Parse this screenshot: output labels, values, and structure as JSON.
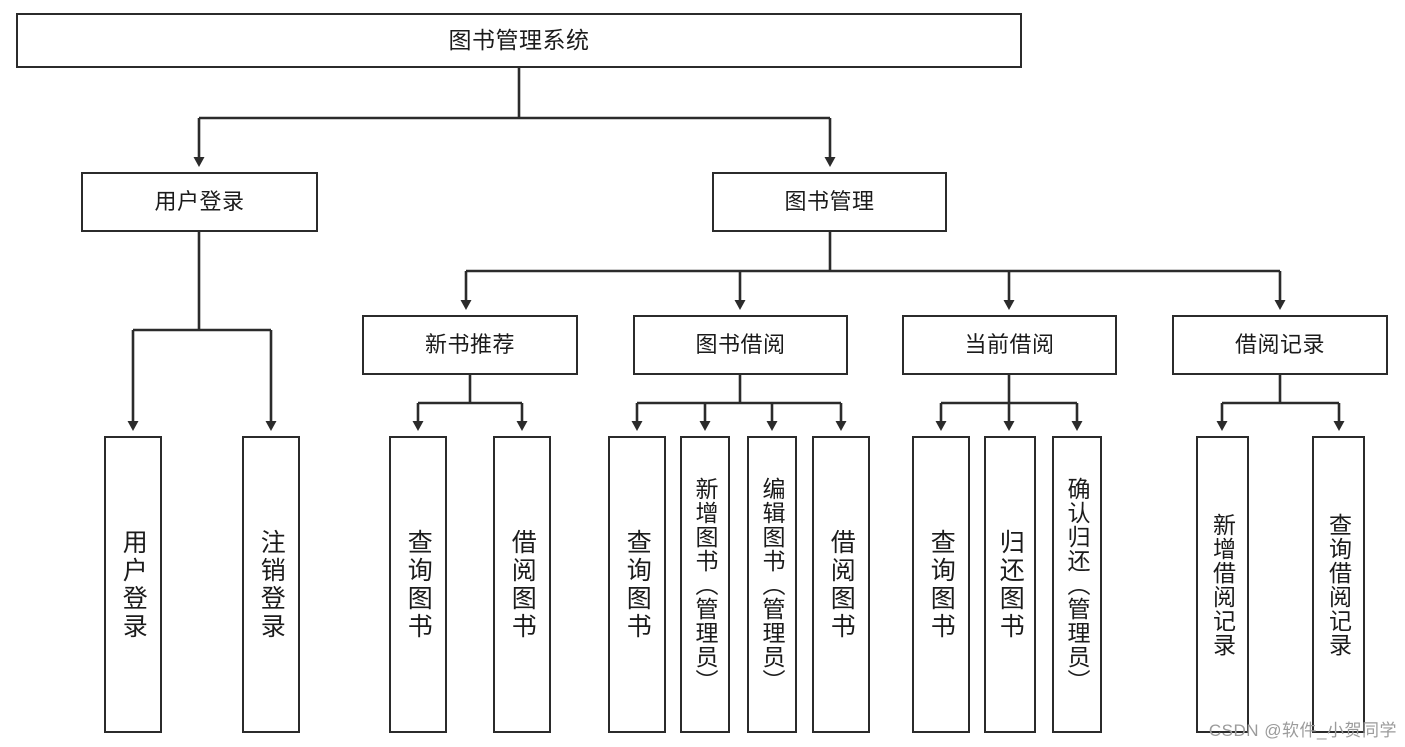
{
  "diagram": {
    "title": "图书管理系统",
    "type": "tree",
    "colors": {
      "box_border": "#2b2b2b",
      "box_fill": "#ffffff",
      "connector": "#2b2b2b",
      "text": "#1b1b1b",
      "watermark": "#9b9b9b"
    },
    "nodes": {
      "root": {
        "label": "图书管理系统",
        "level": 1
      },
      "l2_user_login": {
        "label": "用户登录",
        "level": 2
      },
      "l2_book_manage": {
        "label": "图书管理",
        "level": 2
      },
      "l3_new_book_rec": {
        "label": "新书推荐",
        "level": 3
      },
      "l3_book_borrow": {
        "label": "图书借阅",
        "level": 3
      },
      "l3_current_borrow": {
        "label": "当前借阅",
        "level": 3
      },
      "l3_borrow_record": {
        "label": "借阅记录",
        "level": 3
      },
      "leaf_user_login": {
        "label": "用户登录",
        "level": 4
      },
      "leaf_logout": {
        "label": "注销登录",
        "level": 4
      },
      "leaf_rec_query_book": {
        "label": "查询图书",
        "level": 4
      },
      "leaf_rec_borrow_book": {
        "label": "借阅图书",
        "level": 4
      },
      "leaf_bb_query_book": {
        "label": "查询图书",
        "level": 4
      },
      "leaf_bb_add_book": {
        "label": "新增图书（管理员）",
        "level": 4
      },
      "leaf_bb_edit_book": {
        "label": "编辑图书（管理员）",
        "level": 4
      },
      "leaf_bb_borrow_book": {
        "label": "借阅图书",
        "level": 4
      },
      "leaf_cb_query_book": {
        "label": "查询图书",
        "level": 4
      },
      "leaf_cb_return_book": {
        "label": "归还图书",
        "level": 4
      },
      "leaf_cb_confirm_return": {
        "label": "确认归还（管理员）",
        "level": 4
      },
      "leaf_br_add_record": {
        "label": "新增借阅记录",
        "level": 4
      },
      "leaf_br_query_record": {
        "label": "查询借阅记录",
        "level": 4
      }
    },
    "watermark": "CSDN @软件_小贺同学"
  }
}
